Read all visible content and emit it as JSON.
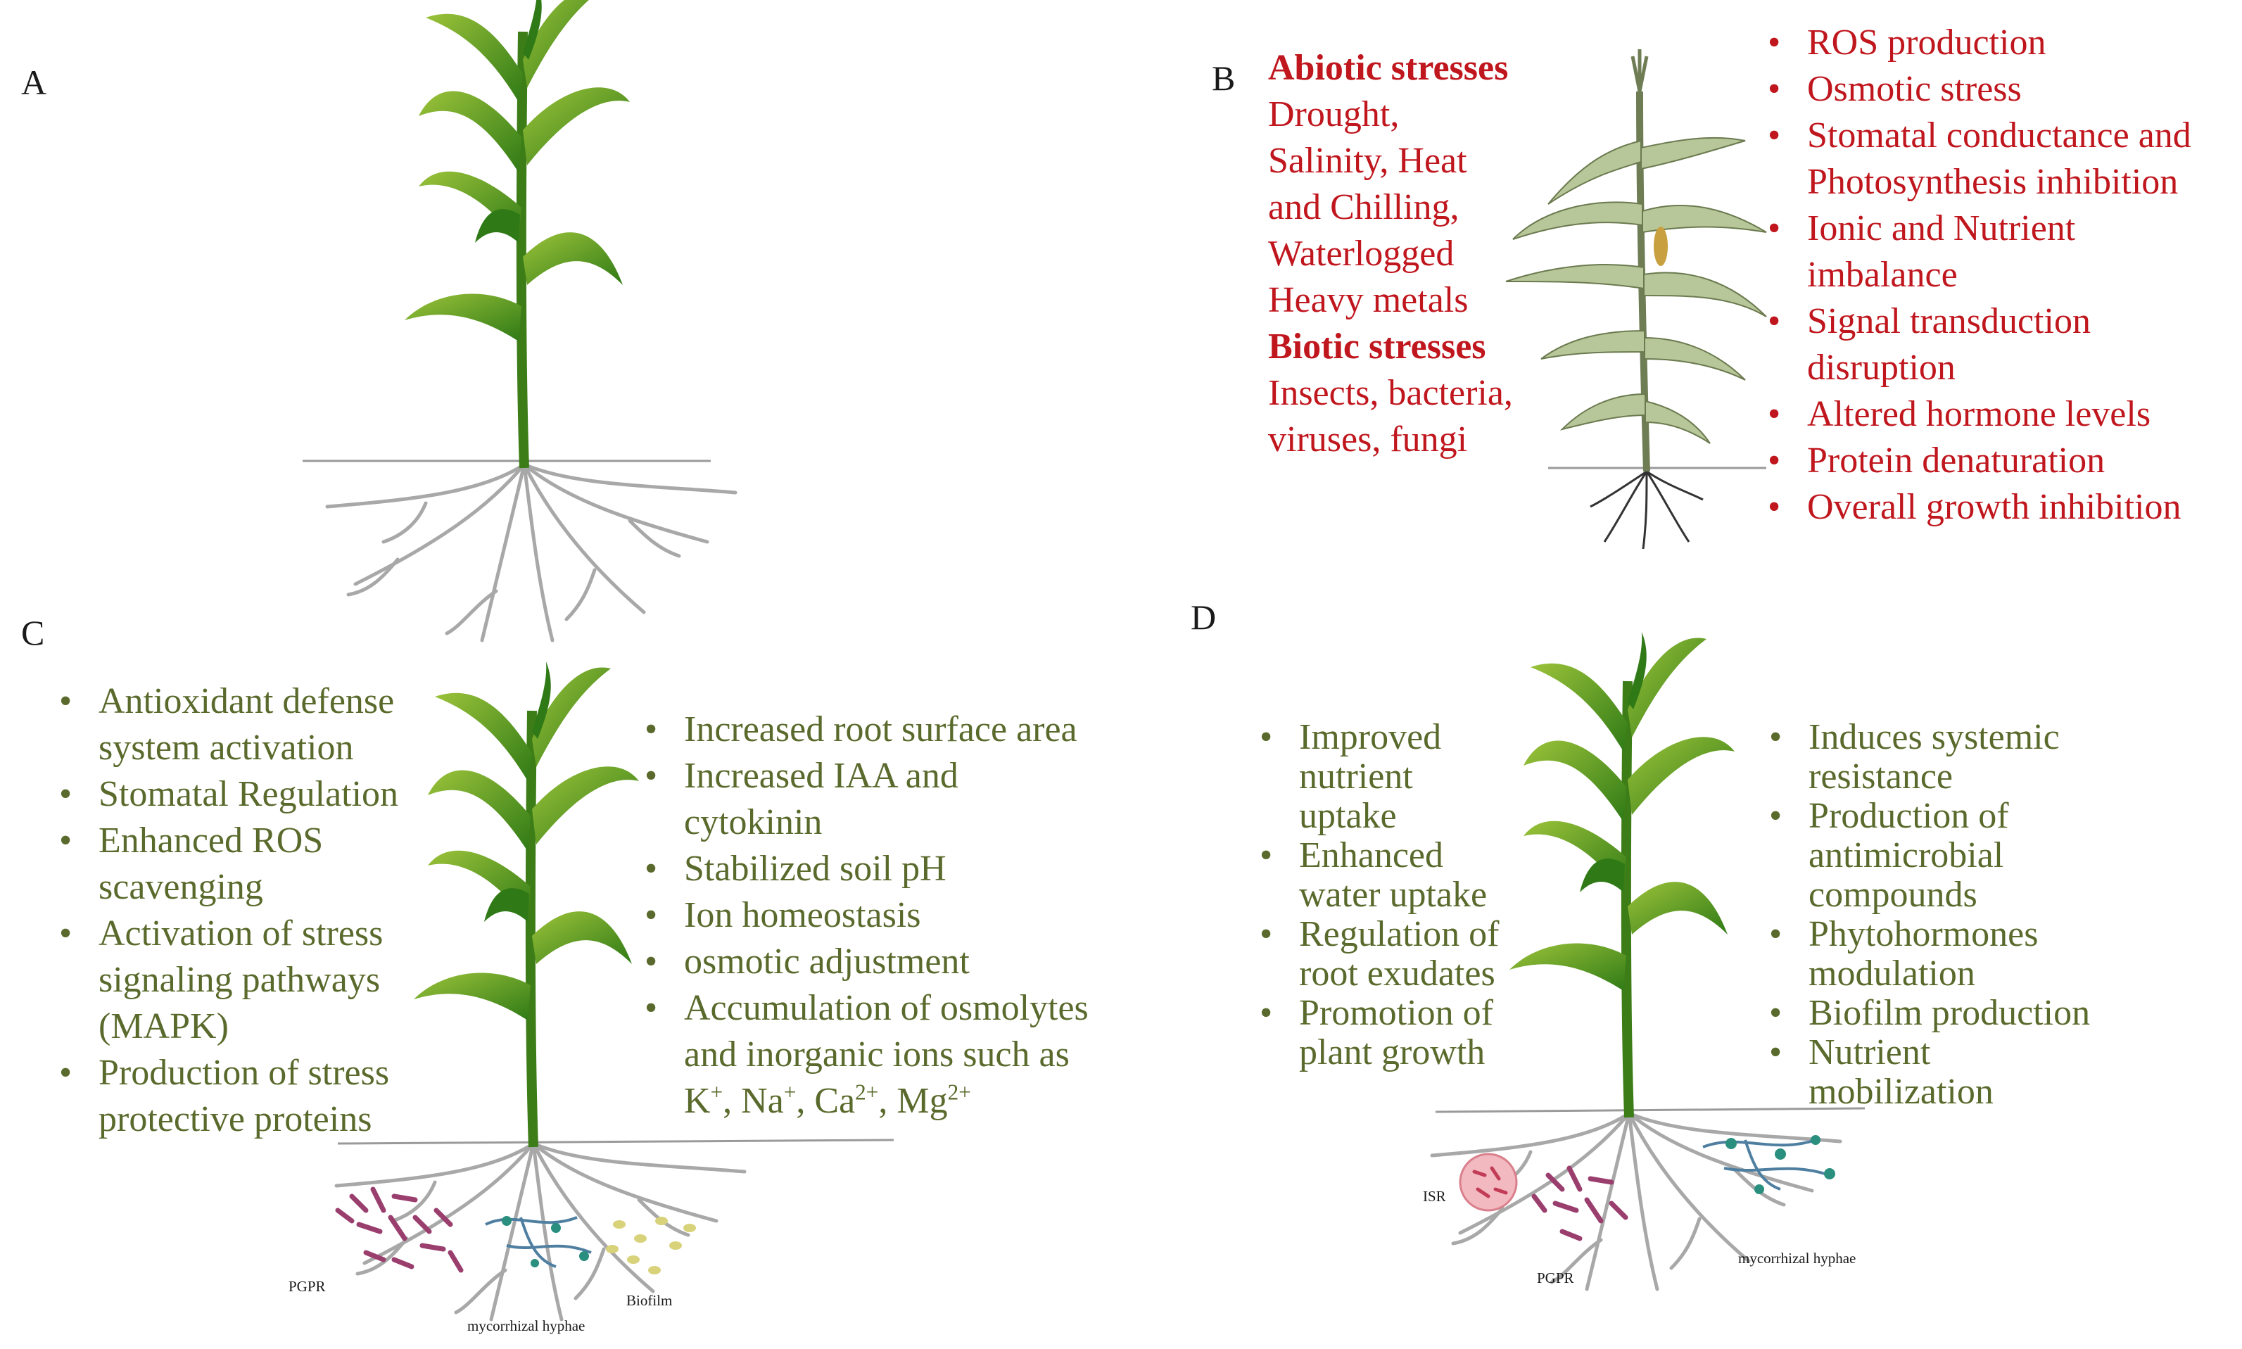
{
  "panels": {
    "A": {
      "label": "A"
    },
    "B": {
      "label": "B",
      "abiotic_heading": "Abiotic stresses",
      "abiotic_lines": [
        "Drought,",
        "Salinity, Heat",
        "and Chilling,",
        "Waterlogged",
        "Heavy metals"
      ],
      "biotic_heading": "Biotic stresses",
      "biotic_lines": [
        "Insects,  bacteria,",
        "viruses, fungi"
      ],
      "effects": [
        "ROS production",
        "Osmotic stress",
        "Stomatal conductance and",
        "Photosynthesis inhibition",
        "Ionic and Nutrient",
        "imbalance",
        "Signal transduction",
        "disruption",
        "Altered hormone levels",
        "Protein denaturation",
        "Overall growth inhibition"
      ]
    },
    "C": {
      "label": "C",
      "left_list": [
        "Antioxidant defense",
        "system activation",
        "Stomatal Regulation",
        "Enhanced ROS",
        "scavenging",
        "Activation of stress",
        "signaling pathways",
        "(MAPK)",
        "Production of stress",
        "protective proteins"
      ],
      "right_list": [
        "Increased root surface area",
        "Increased IAA and",
        "cytokinin",
        "Stabilized soil pH",
        "Ion homeostasis",
        "osmotic adjustment",
        "Accumulation of osmolytes",
        "and inorganic ions such as"
      ],
      "ions": {
        "k": "K",
        "k_sup": "+",
        "na": "Na",
        "na_sup": "+",
        "ca": "Ca",
        "ca_sup": "2+",
        "mg": "Mg",
        "mg_sup": "2+"
      },
      "root_labels": {
        "pgpr": "PGPR",
        "hyphae": "mycorrhizal hyphae",
        "biofilm": "Biofilm"
      }
    },
    "D": {
      "label": "D",
      "left_list": [
        "Improved",
        "nutrient",
        "uptake",
        "Enhanced",
        "water uptake",
        "Regulation of",
        "root exudates",
        "Promotion of",
        "plant growth"
      ],
      "right_list": [
        "Induces systemic",
        "resistance",
        "Production of",
        "antimicrobial",
        "compounds",
        "Phytohormones",
        "modulation",
        "Biofilm production",
        "Nutrient",
        "mobilization"
      ],
      "root_labels": {
        "isr": "ISR",
        "pgpr": "PGPR",
        "hyphae": "mycorrhizal hyphae"
      }
    }
  },
  "colors": {
    "stress_red": "#c0161d",
    "benefit_green": "#5a6a2c",
    "leaf_green": "#3e8a1e",
    "root_gray": "#a8a8a8",
    "pgpr_magenta": "#9a3e6e",
    "hyphae_blue": "#4f7fa0",
    "biofilm_yellow": "#d8d27a"
  }
}
